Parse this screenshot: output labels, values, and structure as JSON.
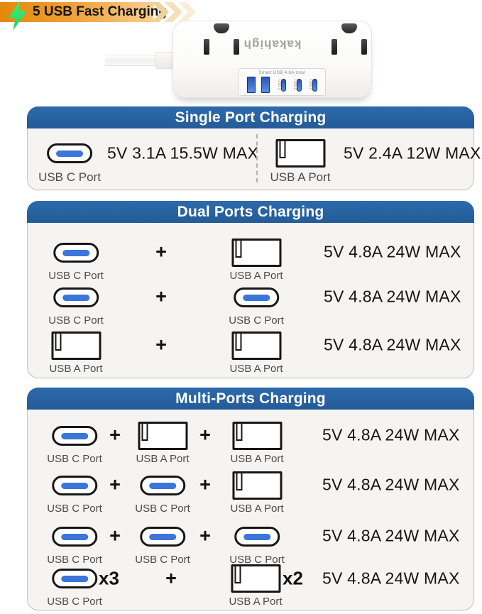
{
  "banner": {
    "label": "5 USB Fast Charging"
  },
  "product": {
    "brand": "kakahigh",
    "panel_label": "Smart USB 4.8A total",
    "port_c_label": "USB C",
    "usb_a_count": 2,
    "usb_c_count": 3
  },
  "labels": {
    "plus": "+"
  },
  "colors": {
    "header_blue": "#27609f",
    "port_blue": "#3b76d8",
    "banner_orange": "#e5880e",
    "bolt_green": "#2be768",
    "section_bg": "#f5f4f2"
  },
  "sections": [
    {
      "title": "Single Port Charging",
      "items": [
        {
          "port_type": "usb-c",
          "label": "USB C Port",
          "spec": "5V 3.1A 15.5W MAX"
        },
        {
          "port_type": "usb-a",
          "label": "USB A Port",
          "spec": "5V 2.4A 12W MAX"
        }
      ]
    },
    {
      "title": "Dual Ports Charging",
      "rows": [
        {
          "ports": [
            {
              "type": "usb-c",
              "label": "USB C Port"
            },
            {
              "type": "usb-a",
              "label": "USB A Port"
            }
          ],
          "spec": "5V 4.8A 24W MAX"
        },
        {
          "ports": [
            {
              "type": "usb-c",
              "label": "USB C Port"
            },
            {
              "type": "usb-c",
              "label": "USB C Port"
            }
          ],
          "spec": "5V 4.8A 24W MAX"
        },
        {
          "ports": [
            {
              "type": "usb-a",
              "label": "USB A Port"
            },
            {
              "type": "usb-a",
              "label": "USB A Port"
            }
          ],
          "spec": "5V 4.8A 24W MAX"
        }
      ]
    },
    {
      "title": "Multi-Ports Charging",
      "rows": [
        {
          "ports": [
            {
              "type": "usb-c",
              "label": "USB C Port"
            },
            {
              "type": "usb-a",
              "label": "USB A Port"
            },
            {
              "type": "usb-a",
              "label": "USB A Port"
            }
          ],
          "spec": "5V 4.8A 24W MAX"
        },
        {
          "ports": [
            {
              "type": "usb-c",
              "label": "USB C Port"
            },
            {
              "type": "usb-c",
              "label": "USB C Port"
            },
            {
              "type": "usb-a",
              "label": "USB A Port"
            }
          ],
          "spec": "5V 4.8A 24W MAX"
        },
        {
          "ports": [
            {
              "type": "usb-c",
              "label": "USB C Port"
            },
            {
              "type": "usb-c",
              "label": "USB C Port"
            },
            {
              "type": "usb-c",
              "label": "USB C Port"
            }
          ],
          "spec": "5V 4.8A 24W MAX"
        },
        {
          "ports": [
            {
              "type": "usb-c",
              "label": "USB C Port",
              "multiplier": "x3"
            },
            {
              "type": "usb-a",
              "label": "USB A Port",
              "multiplier": "x2"
            }
          ],
          "spec": "5V 4.8A 24W MAX"
        }
      ]
    }
  ]
}
